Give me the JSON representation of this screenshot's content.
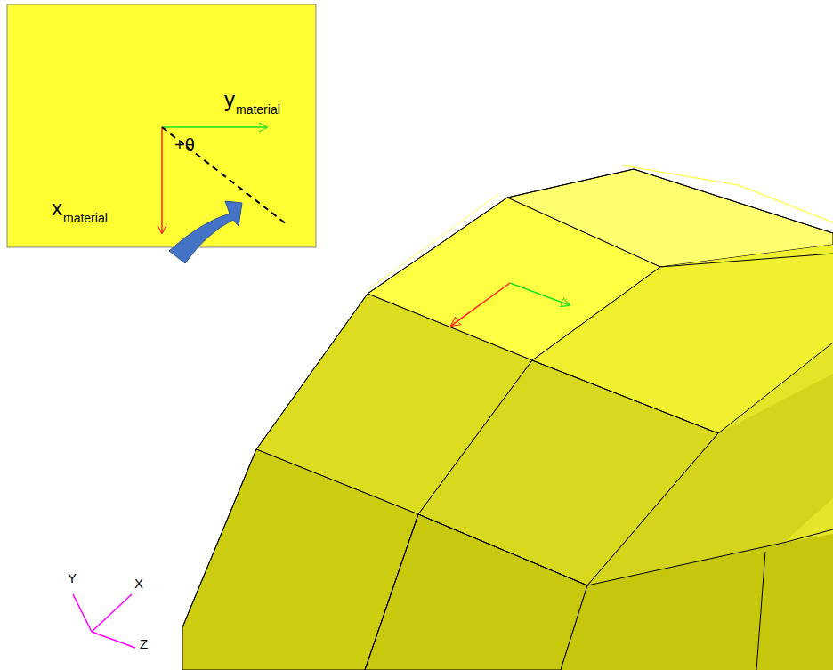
{
  "diagram": {
    "labels": [
      "y",
      "material",
      "x",
      "material",
      "+θ",
      "Y",
      "X",
      "Z"
    ]
  }
}
